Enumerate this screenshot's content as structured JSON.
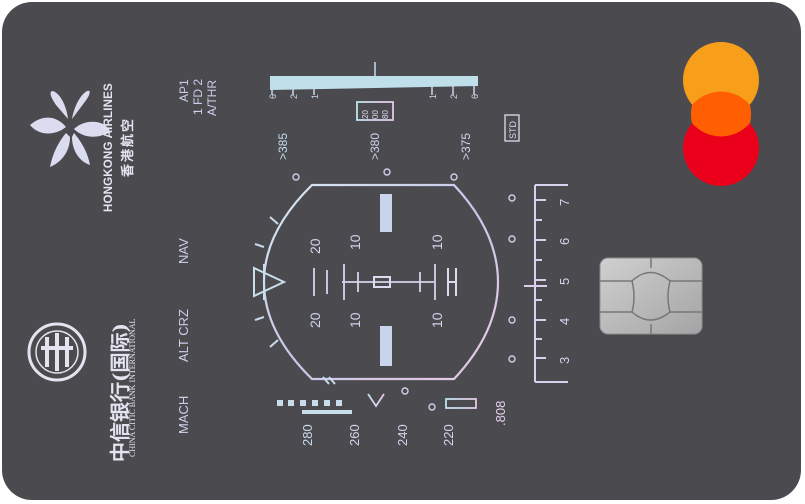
{
  "card": {
    "background": "#4b4b4f",
    "airline": {
      "name_en": "HONGKONG AIRLINES",
      "name_zh": "香港航空",
      "logo_icon": "bauhinia-logo-icon"
    },
    "bank": {
      "name_zh": "中信银行(国际)",
      "name_en": "CHINA CITIC BANK INTERNATIONAL",
      "logo_icon": "citic-logo-icon"
    },
    "network": {
      "name": "mastercard",
      "colors": {
        "left": "#f79e1b",
        "right": "#eb001b",
        "overlap": "#ff5f00"
      }
    },
    "chip": {
      "icon": "emv-chip-icon"
    }
  },
  "pfd": {
    "fma": {
      "col1": "MACH",
      "col2": "ALT CRZ",
      "col3": "NAV",
      "col5": [
        "AP1",
        "1 FD 2",
        "A/THR"
      ]
    },
    "heading_tape": {
      "left_labels": [
        ">385",
        ">380"
      ],
      "right_label": ">375",
      "selected": ">380",
      "box_digits": [
        "20",
        "00",
        "80"
      ]
    },
    "baro": "STD",
    "roll_scale": {
      "left": [
        "6",
        "2",
        "1"
      ],
      "right": [
        "1",
        "2",
        "6"
      ]
    },
    "pitch_labels": {
      "upper_left": "20",
      "upper_mid": "10",
      "upper_right": "10",
      "lower_left": "20",
      "lower_mid": "10",
      "lower_right": "10"
    },
    "vs_scale": [
      "7",
      "6",
      "5",
      "4",
      "3"
    ],
    "speed_tape": {
      "labels": [
        "280",
        "260",
        "240",
        "220"
      ],
      "mach": ".808"
    }
  }
}
